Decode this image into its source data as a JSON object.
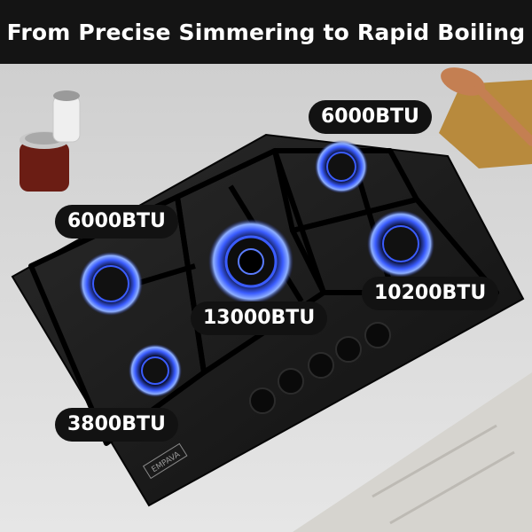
{
  "headline": "From Precise Simmering to Rapid Boiling",
  "brand": "EMPAVA",
  "burners": [
    {
      "label": "6000BTU"
    },
    {
      "label": "6000BTU"
    },
    {
      "label": "13000BTU"
    },
    {
      "label": "10200BTU"
    },
    {
      "label": "3800BTU"
    }
  ],
  "colors": {
    "banner_bg": "#141414",
    "cooktop_glass": "#1a1a1a",
    "flame_blue": "#3a5cff",
    "counter": "#dcdcdc"
  }
}
